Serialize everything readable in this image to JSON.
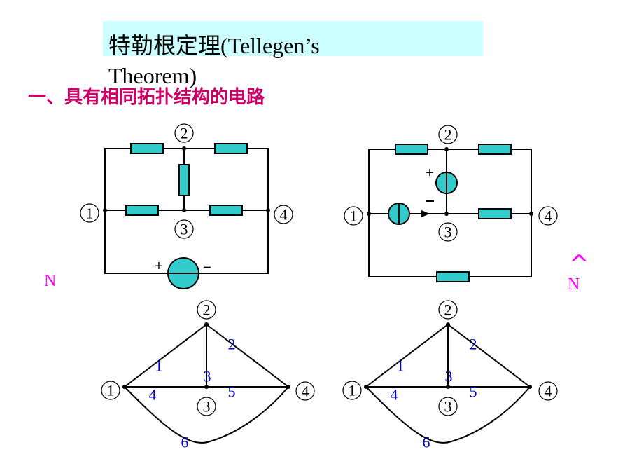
{
  "title": "特勒根定理(Tellegen’s Theorem)",
  "subtitle": "一、具有相同拓扑结构的电路",
  "network_labels": {
    "left": "N",
    "right": "N",
    "right_hat": "^"
  },
  "node_labels": [
    "1",
    "2",
    "3",
    "4"
  ],
  "branch_labels": [
    "1",
    "2",
    "3",
    "4",
    "5",
    "6"
  ],
  "source_signs": {
    "plus": "+",
    "minus": "−",
    "minus_bold": "–"
  },
  "colors": {
    "title_bg": "#ccffff",
    "subtitle": "#cc0066",
    "resistor": "#33cccc",
    "branch_label": "#0000cc",
    "network_label": "#ff00ff"
  }
}
